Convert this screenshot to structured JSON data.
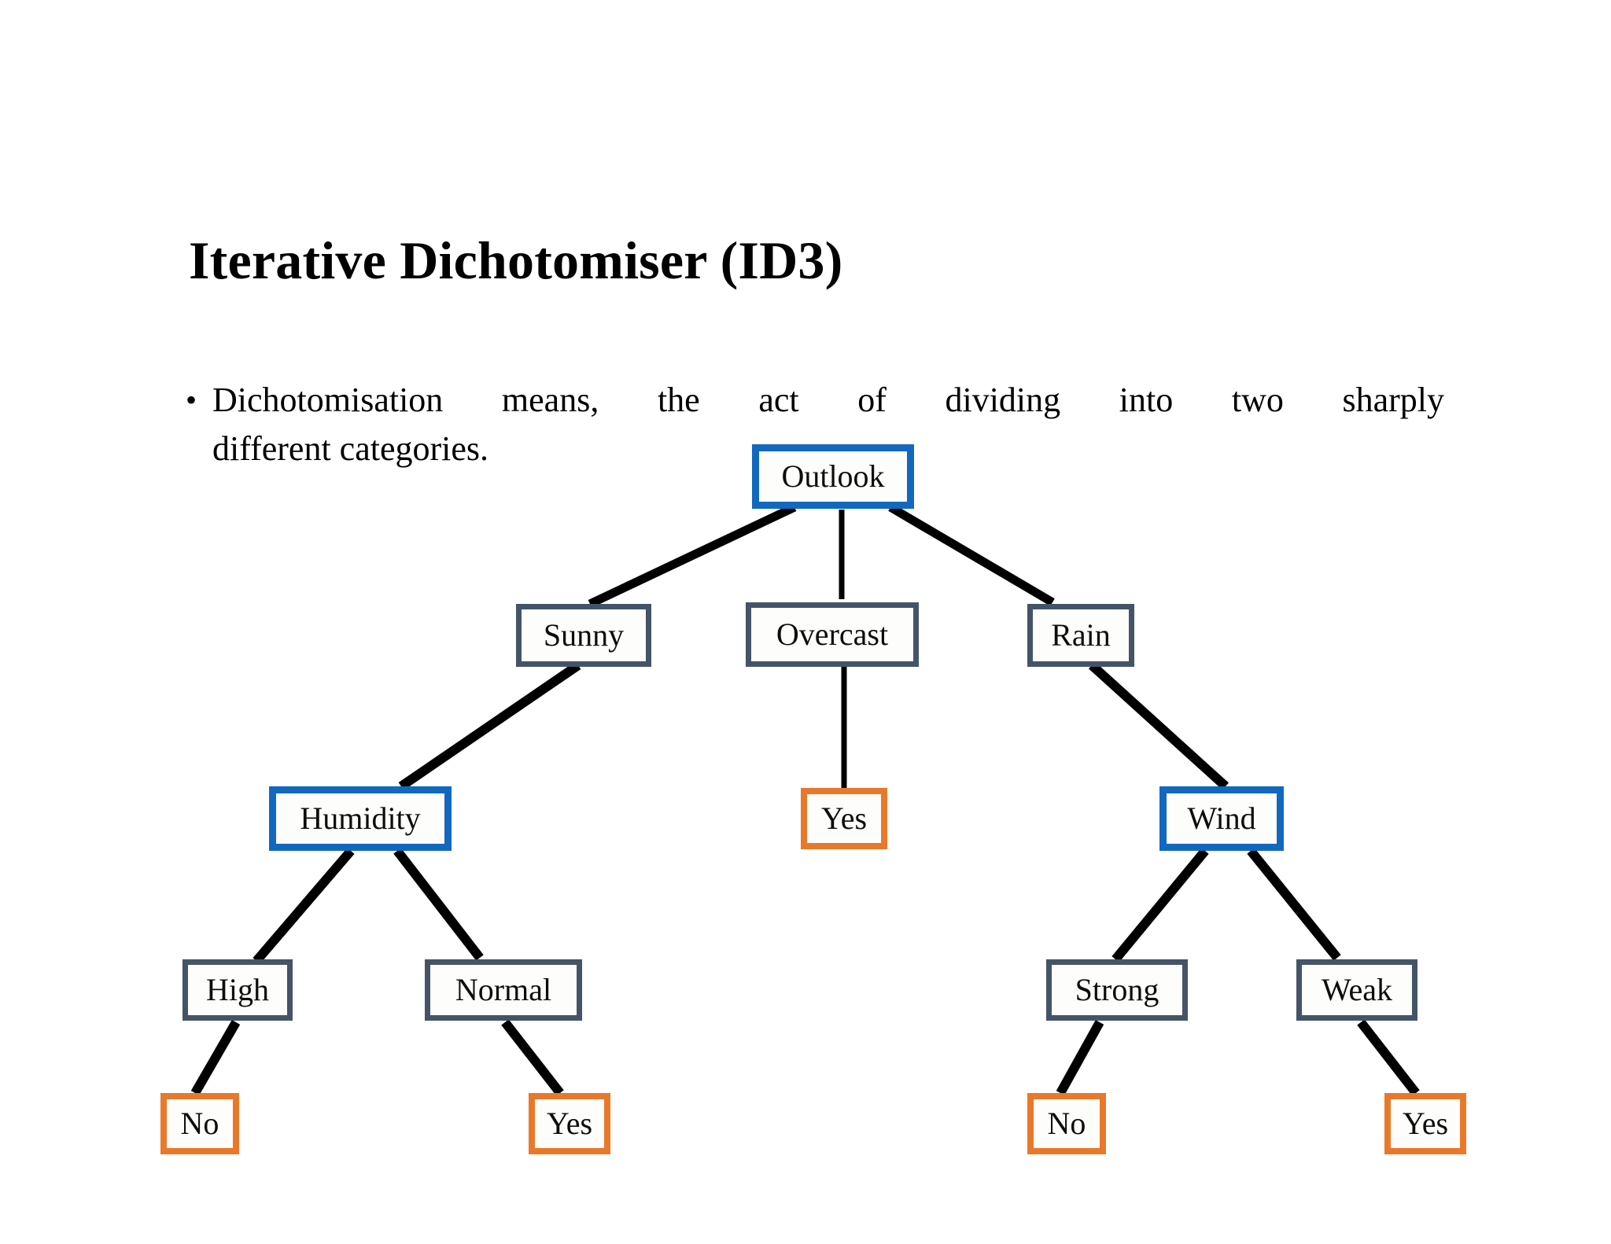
{
  "slide": {
    "title": "Iterative Dichotomiser (ID3)",
    "bullet_marker": "•",
    "bullet_line_1": "Dichotomisation means, the act of dividing into two sharply",
    "bullet_line_2": "different categories."
  },
  "colors": {
    "attribute_border": "#1268BE",
    "branch_border": "#445468",
    "leaf_border": "#E8792B",
    "connector": "#000000",
    "background": "#FFFFFF",
    "text": "#0D0D0D"
  },
  "tree": {
    "root": "Outlook",
    "nodes": {
      "outlook": {
        "label": "Outlook",
        "kind": "attribute"
      },
      "sunny": {
        "label": "Sunny",
        "kind": "branch"
      },
      "overcast": {
        "label": "Overcast",
        "kind": "branch"
      },
      "rain": {
        "label": "Rain",
        "kind": "branch"
      },
      "humidity": {
        "label": "Humidity",
        "kind": "attribute"
      },
      "overcast_yes": {
        "label": "Yes",
        "kind": "leaf"
      },
      "wind": {
        "label": "Wind",
        "kind": "attribute"
      },
      "high": {
        "label": "High",
        "kind": "branch"
      },
      "normal": {
        "label": "Normal",
        "kind": "branch"
      },
      "strong": {
        "label": "Strong",
        "kind": "branch"
      },
      "weak": {
        "label": "Weak",
        "kind": "branch"
      },
      "high_no": {
        "label": "No",
        "kind": "leaf"
      },
      "normal_yes": {
        "label": "Yes",
        "kind": "leaf"
      },
      "strong_no": {
        "label": "No",
        "kind": "leaf"
      },
      "weak_yes": {
        "label": "Yes",
        "kind": "leaf"
      }
    },
    "edges": [
      {
        "from": "outlook",
        "to": "sunny"
      },
      {
        "from": "outlook",
        "to": "overcast"
      },
      {
        "from": "outlook",
        "to": "rain"
      },
      {
        "from": "sunny",
        "to": "humidity"
      },
      {
        "from": "overcast",
        "to": "overcast_yes"
      },
      {
        "from": "rain",
        "to": "wind"
      },
      {
        "from": "humidity",
        "to": "high"
      },
      {
        "from": "humidity",
        "to": "normal"
      },
      {
        "from": "wind",
        "to": "strong"
      },
      {
        "from": "wind",
        "to": "weak"
      },
      {
        "from": "high",
        "to": "high_no"
      },
      {
        "from": "normal",
        "to": "normal_yes"
      },
      {
        "from": "strong",
        "to": "strong_no"
      },
      {
        "from": "weak",
        "to": "weak_yes"
      }
    ]
  }
}
